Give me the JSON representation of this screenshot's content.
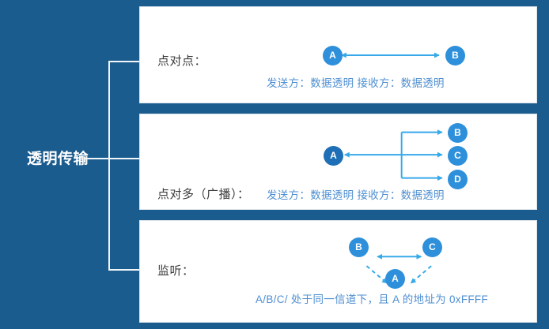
{
  "colors": {
    "background": "#1B5C8F",
    "card_background": "#FFFFFF",
    "connector_line": "#F2F6F9",
    "node_fill": "#2E90DA",
    "node_fill_deep": "#1E6FB5",
    "arrow": "#36A9E8",
    "caption_text": "#4F8FD1",
    "label_text": "#3C3C3C",
    "root_label_text": "#FFFFFF"
  },
  "root": {
    "label": "透明传输"
  },
  "cards": [
    {
      "id": "card-1",
      "label": "点对点：",
      "caption": "发送方：数据透明   接收方：数据透明",
      "diagram_type": "point-to-point",
      "nodes": [
        {
          "id": "node-a",
          "letter": "A"
        },
        {
          "id": "node-b",
          "letter": "B"
        }
      ]
    },
    {
      "id": "card-2",
      "label": "点对多（广播）：",
      "caption": "发送方：数据透明   接收方：数据透明",
      "diagram_type": "broadcast",
      "nodes": [
        {
          "id": "node-a",
          "letter": "A"
        },
        {
          "id": "node-b",
          "letter": "B"
        },
        {
          "id": "node-c",
          "letter": "C"
        },
        {
          "id": "node-d",
          "letter": "D"
        }
      ]
    },
    {
      "id": "card-3",
      "label": "监听：",
      "caption": "A/B/C/ 处于同一信道下，且 A 的地址为 0xFFFF",
      "diagram_type": "monitor",
      "nodes": [
        {
          "id": "node-b",
          "letter": "B"
        },
        {
          "id": "node-c",
          "letter": "C"
        },
        {
          "id": "node-a",
          "letter": "A"
        }
      ]
    }
  ]
}
